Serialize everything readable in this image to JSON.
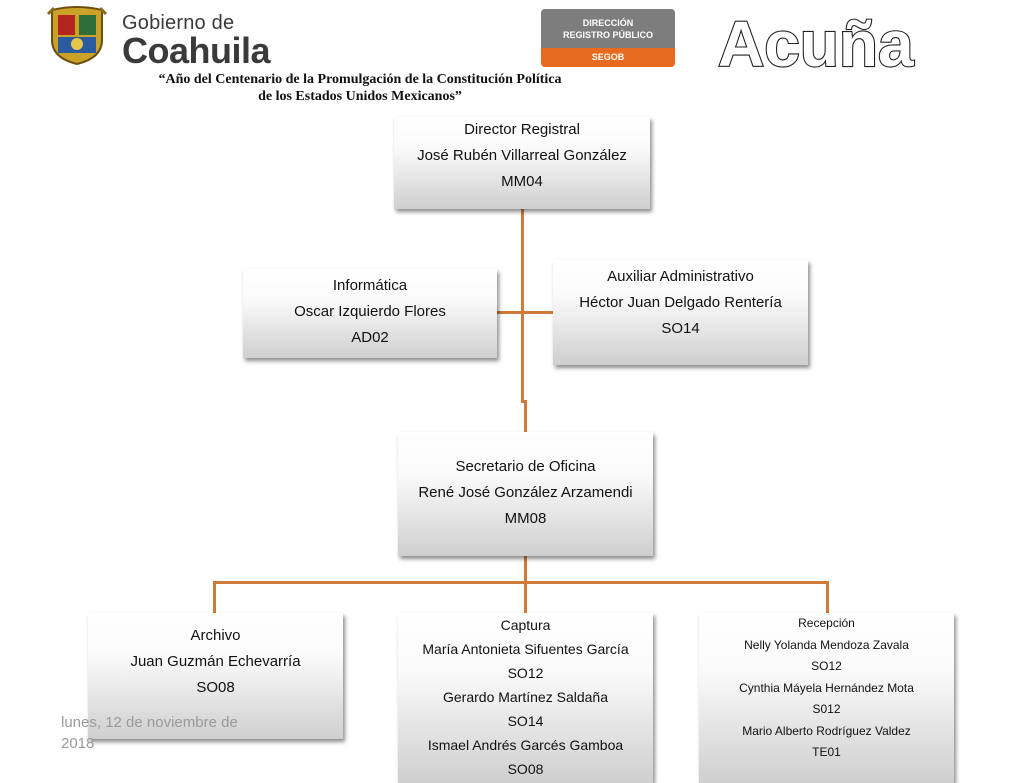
{
  "header": {
    "gov_small": "Gobierno de",
    "gov_big": "Coahuila",
    "slogan_line1": "“Año del Centenario de la Promulgación de la Constitución Política",
    "slogan_line2": "de los Estados Unidos Mexicanos”",
    "drp_line1": "DIRECCIÓN",
    "drp_line2": "REGISTRO PÚBLICO",
    "drp_bottom": "SEGOB",
    "city": "Acuña"
  },
  "colors": {
    "connector": "#d07a3a",
    "accent": "#e86a1e",
    "badge": "#7d7d7d"
  },
  "org": {
    "director": {
      "title": "Director Registral",
      "name": "José Rubén Villarreal González",
      "code": "MM04"
    },
    "informatica": {
      "title": "Informática",
      "name": "Oscar Izquierdo Flores",
      "code": "AD02"
    },
    "auxiliar": {
      "title": "Auxiliar Administrativo",
      "name": "Héctor Juan Delgado Rentería",
      "code": "SO14"
    },
    "secretario": {
      "title": "Secretario de Oficina",
      "name": "René José González Arzamendi",
      "code": "MM08"
    },
    "archivo": {
      "title": "Archivo",
      "name": "Juan Guzmán Echevarría",
      "code": "SO08"
    },
    "captura": {
      "title": "Captura",
      "members": [
        {
          "name": "María Antonieta Sifuentes García",
          "code": "SO12"
        },
        {
          "name": "Gerardo Martínez Saldaña",
          "code": "SO14"
        },
        {
          "name": "Ismael Andrés Garcés Gamboa",
          "code": "SO08"
        }
      ]
    },
    "recepcion": {
      "title": "Recepción",
      "members": [
        {
          "name": "Nelly Yolanda Mendoza Zavala",
          "code": "SO12"
        },
        {
          "name": "Cynthia Máyela Hernández Mota",
          "code": "S012"
        },
        {
          "name": "Mario Alberto Rodríguez Valdez",
          "code": "TE01"
        }
      ]
    }
  },
  "footer": {
    "date": "lunes, 12 de noviembre de 2018"
  }
}
